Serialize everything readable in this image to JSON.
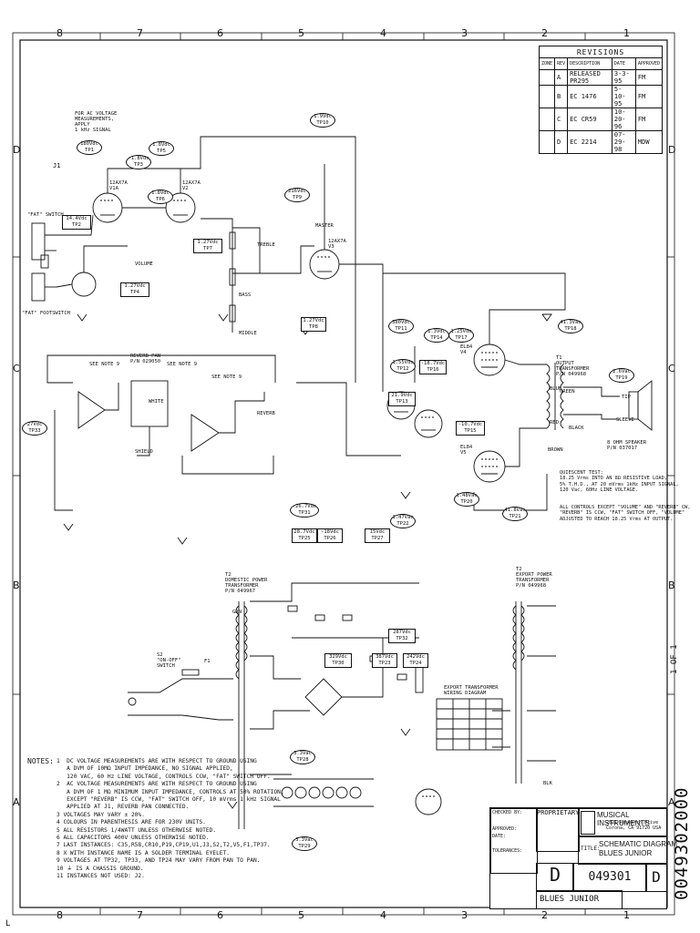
{
  "zones": {
    "top": [
      "8",
      "7",
      "6",
      "5",
      "4",
      "3",
      "2",
      "1"
    ],
    "bottom": [
      "8",
      "7",
      "6",
      "5",
      "4",
      "3",
      "2",
      "1"
    ],
    "left": [
      "D",
      "C",
      "B",
      "A"
    ],
    "right": [
      "D",
      "C",
      "B",
      "A"
    ]
  },
  "revisions": {
    "title": "REVISIONS",
    "headers": [
      "ZONE",
      "REV",
      "DESCRIPTION",
      "DATE",
      "APPROVED"
    ],
    "rows": [
      {
        "zone": "",
        "rev": "A",
        "desc": "RELEASED PR295",
        "date": "3-3-95",
        "by": "FM"
      },
      {
        "zone": "",
        "rev": "B",
        "desc": "EC 1476",
        "date": "5-10-95",
        "by": "FM"
      },
      {
        "zone": "",
        "rev": "C",
        "desc": "EC CR59",
        "date": "10-20-96",
        "by": "FM"
      },
      {
        "zone": "",
        "rev": "D",
        "desc": "EC 2214",
        "date": "07-29-98",
        "by": "MDW"
      }
    ]
  },
  "labels": {
    "measure_note": "FOR AC VOLTAGE\nMEASUREMENTS,\nAPPLY\n1 kHz SIGNAL",
    "input_jack": "J1",
    "fat_switch": "\"FAT\" SWITCH",
    "footswitch": "\"FAT\" FOOTSWITCH",
    "reverb_pan": "REVERB PAN\nP/N 029050",
    "see_note_9a": "SEE NOTE 9",
    "see_note_9b": "SEE NOTE 9",
    "see_note_9c": "SEE NOTE 9",
    "output_transformer": "T1\nOUTPUT\nTRANSFORMER\nP/N 049968",
    "speaker": "8 OHM SPEAKER\nP/N 037017",
    "quiet_test": "QUIESCENT TEST:\n18.25 Vrms INTO AN 8Ω RESISTIVE LOAD,\n5% T.H.D., AT 20 mVrms 1kHz INPUT SIGNAL,\n120 Vac, 60Hz LINE VOLTAGE.",
    "quiet_test2": "ALL CONTROLS EXCEPT \"VOLUME\" AND \"REVERB\" CW,\n\"REVERB\" IS CCW, \"FAT\" SWITCH OFF, \"VOLUME\"\nADJUSTED TO REACH 18.25 Vrms AT OUTPUT.",
    "domestic_transformer": "T2\nDOMESTIC POWER\nTRANSFORMER\nP/N 049967",
    "export_transformer": "T2\nEXPORT POWER\nTRANSFORMER\nP/N 049968",
    "export_wiring": "EXPORT TRANSFORMER\nWIRING DIAGRAM",
    "onoff_switch": "S2\n\"ON-OFF\"\nSWITCH",
    "treble": "TREBLE",
    "bass": "BASS",
    "middle": "MIDDLE",
    "volume": "VOLUME",
    "master": "MASTER",
    "reverb": "REVERB",
    "shield": "SHIELD",
    "white": "WHITE",
    "black": "BLACK",
    "blue": "BLUE",
    "red": "RED",
    "brown": "BROWN",
    "green": "GREEN",
    "tip": "TIP",
    "sleeve": "SLEEVE",
    "grn": "GRN",
    "blk": "BLK",
    "f1": "F1",
    "tube_v1": "12AX7A\nV1A",
    "tube_v2": "12AX7A\nV2",
    "tube_v3": "12AX7A\nV3",
    "tube_v4": "EL84\nV4",
    "tube_v5": "EL84\nV5"
  },
  "test_points": {
    "tp1": "180Vdc\nTP1",
    "tp2": "14.4Vdc\nTP2",
    "tp3": "-1.8Vdc\nTP3",
    "tp4": "1.27Vdc\nTP4",
    "tp5": "1.8Vdc\nTP5",
    "tp6": "1.8Vdc\nTP6",
    "tp7": "1.27Vdc\nTP7",
    "tp8": "1.27Vdc\nTP8",
    "tp9": "216Vdc\nTP9",
    "tp10": "1.9Vdc\nTP10",
    "tp11": "380Vdc\nTP11",
    "tp12": "1.55Vdc\nTP12",
    "tp13": "21.9Vdc\nTP13",
    "tp14": "1.3Vdc\nTP14",
    "tp15": "-10.7Vdc\nTP15",
    "tp16": "-18.7Vdc\nTP16",
    "tp17": "1.25Vdc\nTP17",
    "tp18": "41.3Vac\nTP18",
    "tp19": "2.6Vac\nTP19",
    "tp20": "1.48Vac\nTP20",
    "tp21": "41.8Vac\nTP21",
    "tp22": "1.47Vac\nTP22",
    "tp23": "387Vdc\nTP23",
    "tp24": "242Vdc\nTP24",
    "tp25": "28.7Vdc\nTP25",
    "tp26": "-18Vdc\nTP26",
    "tp27": "15Vdc\nTP27",
    "tp28": "3.3Vac\nTP28",
    "tp29": "3.3Vac\nTP29",
    "tp30": "329Vdc\nTP30",
    "tp31": "-26.7Vdc\nTP31",
    "tp32": "287Vdc\nTP32",
    "tp33": "27Vdc\nTP33"
  },
  "notes": {
    "title": "NOTES:",
    "items": [
      "1  DC VOLTAGE MEASUREMENTS ARE WITH RESPECT TO GROUND USING\n   A DVM OF 10MΩ INPUT IMPEDANCE, NO SIGNAL APPLIED,\n   120 VAC, 60 Hz LINE VOLTAGE, CONTROLS CCW, \"FAT\" SWITCH OFF.",
      "2  AC VOLTAGE MEASUREMENTS ARE WITH RESPECT TO GROUND USING\n   A DVM OF 1 MΩ MINIMUM INPUT IMPEDANCE, CONTROLS AT 50% ROTATION,\n   EXCEPT \"REVERB\" IS CCW, \"FAT\" SWITCH OFF, 10 mVrms 1 kHz SIGNAL\n   APPLIED AT J1, REVERB PAN CONNECTED.",
      "3  VOLTAGES MAY VARY ± 20%.",
      "4  COLOURS IN PARENTHESIS ARE FOR 230V UNITS.",
      "5  ALL RESISTORS 1/4WATT UNLESS OTHERWISE NOTED.",
      "6  ALL CAPACITORS 400V UNLESS OTHERWISE NOTED.",
      "7  LAST INSTANCES: C35,R58,CR10,P19,CP19,U1,J3,S2,T2,V5,F1,TP37.",
      "8  X WITH INSTANCE NAME IS A SOLDER TERMINAL EYELET.",
      "9  VOLTAGES AT TP32, TP33, AND TP24 MAY VARY FROM PAN TO PAN.",
      "10  ⏚ IS A CHASSIS GROUND.",
      "11  INSTANCES NOT USED: J2."
    ]
  },
  "title_block": {
    "company": "MUSICAL INSTRUMENTS",
    "address": "2821 Research Drive\nCorona, CA 91720 USA",
    "proprietary": "PROPRIETARY",
    "title_label": "TITLE:",
    "title": "SCHEMATIC DIAGRAM\nBLUES JUNIOR",
    "size": "D",
    "doc_number": "049301",
    "rev": "D",
    "model": "BLUES JUNIOR",
    "checked_by": "CHECKED BY:",
    "approved": "APPROVED:",
    "date": "DATE:",
    "tolerances": "TOLERANCES:"
  },
  "side_doc_number": "0049302000",
  "sheet": "1 OF 1",
  "corner_mark": "L"
}
